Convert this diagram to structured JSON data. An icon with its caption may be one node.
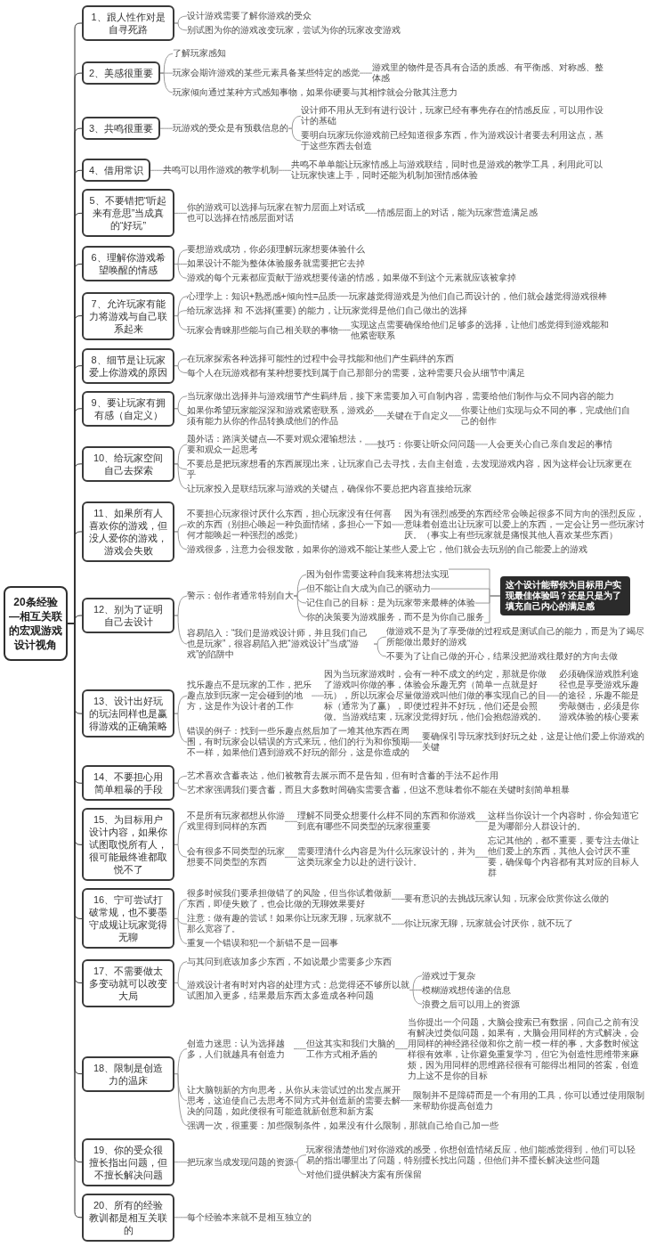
{
  "diagram": {
    "nodes": [
      {
        "text": [
          "20条经验—相互关联的宏观游戏设计视角"
        ]
      },
      {
        "text": [
          "1、跟人性作对是自寻死路"
        ]
      },
      {
        "text": [
          "设计游戏需要了解你游戏的受众"
        ]
      },
      {
        "text": [
          "别试图为你的游戏改变玩家，尝试为你的玩家改变游戏"
        ]
      },
      {
        "text": [
          "2、美感很重要"
        ]
      },
      {
        "text": [
          "了解玩家感知"
        ]
      },
      {
        "text": [
          "玩家会期许游戏的某些元素具备某些特定的感觉"
        ]
      },
      {
        "text": [
          "游戏里的物件是否具有合适的质感、有平衡感、对称感、整体感"
        ]
      },
      {
        "text": [
          "玩家倾向通过某种方式感知事物，如果你硬要与其相悖就会分散其注意力"
        ]
      },
      {
        "text": [
          "3、共鸣很重要"
        ]
      },
      {
        "text": [
          "玩游戏的受众是有预载信息的"
        ]
      },
      {
        "text": [
          "设计师不用从无到有进行设计，玩家已经有事先存在的情感反应，可以用作设计的基础"
        ]
      },
      {
        "text": [
          "要明白玩家玩你游戏前已经知道很多东西，作为游戏设计者要去利用这点，基于这些东西去创造"
        ]
      },
      {
        "text": [
          "4、借用常识"
        ]
      },
      {
        "text": [
          "共鸣可以用作游戏的教学机制"
        ]
      },
      {
        "text": [
          "共鸣不单单能让玩家情感上与游戏联结，同时也是游戏的教学工具，利用此可以让玩家快速上手，同时还能为机制加强情感体验"
        ]
      },
      {
        "text": [
          "5、不要错把“听起来有意思”当成真的“好玩”"
        ]
      },
      {
        "text": [
          "你的游戏可以选择与玩家在智力层面上对话或也可以选择在情感层面对话"
        ]
      },
      {
        "text": [
          "情感层面上的对话，能为玩家营造满足感"
        ]
      },
      {
        "text": [
          "6、理解你游戏希望唤醒的情感"
        ]
      },
      {
        "text": [
          "要想游戏成功，你必须理解玩家想要体验什么"
        ]
      },
      {
        "text": [
          "如果设计不能为整体体验服务就需要把它去掉"
        ]
      },
      {
        "text": [
          "游戏的每个元素都应贡献于游戏想要传递的情感，如果做不到这个元素就应该被拿掉"
        ]
      },
      {
        "text": [
          "7、允许玩家有能力将游戏与自己联系起来"
        ]
      },
      {
        "text": [
          "心理学上：知识+熟悉感+倾向性=品质"
        ]
      },
      {
        "text": [
          "玩家越觉得游戏是为他们自己而设计的，他们就会越觉得游戏很棒"
        ]
      },
      {
        "text": [
          "给玩家选择 和 不选择(重要) 的能力，让玩家觉得是他们自己做出的选择"
        ]
      },
      {
        "text": [
          "玩家会青睐那些能与自己相关联的事物"
        ]
      },
      {
        "text": [
          "实现这点需要确保给他们足够多的选择，让他们感觉得到游戏能和他紧密联系"
        ]
      },
      {
        "text": [
          "8、细节是让玩家爱上你游戏的原因"
        ]
      },
      {
        "text": [
          "在玩家探索各种选择可能性的过程中会寻找能和他们产生羁绊的东西"
        ]
      },
      {
        "text": [
          "每个人在玩游戏都有某种想要找到属于自己那部分的需要，这种需要只会从细节中满足"
        ]
      },
      {
        "text": [
          "9、要让玩家有拥有感（自定义）"
        ]
      },
      {
        "text": [
          "当玩家做出选择并与游戏细节产生羁绊后，接下来需要加入可自制内容，需要给他们制作与众不同内容的能力"
        ]
      },
      {
        "text": [
          "如果你希望玩家能深深和游戏紧密联系，游戏必须有能力从你的作品转换成他们的作品"
        ]
      },
      {
        "text": [
          "关键在于自定义"
        ]
      },
      {
        "text": [
          "你要让他们实现与众不同的事，完成他们自己的创作"
        ]
      },
      {
        "text": [
          "10、给玩家空间自己去探索"
        ]
      },
      {
        "text": [
          "题外话：路演关键点—不要对观众灌输想法，要和观众一起思考"
        ]
      },
      {
        "text": [
          "技巧：你要让听众问问题"
        ]
      },
      {
        "text": [
          "人会更关心自己亲自发起的事情"
        ]
      },
      {
        "text": [
          "不要总是把玩家想看的东西展现出来，让玩家自己去寻找，去自主创造，去发现游戏内容，因为这样会让玩家更在乎"
        ]
      },
      {
        "text": [
          "让玩家投入是联结玩家与游戏的关键点，确保你不要总把内容直接给玩家"
        ]
      },
      {
        "text": [
          "11、如果所有人喜欢你的游戏，但没人爱你的游戏，游戏会失败"
        ]
      },
      {
        "text": [
          "不要担心玩家很讨厌什么东西，担心玩家没有任何喜欢的东西（别担心唤起一种负面情绪，多担心一下如何才能唤起一种强烈的感觉）"
        ]
      },
      {
        "text": [
          "因为有强烈感受的东西经常会唤起很多不同方向的强烈反应，意味着创造出让玩家可以爱上的东西，一定会让另一些玩家讨厌。（事实上有些玩家就是痛恨其他人喜欢某些东西）"
        ]
      },
      {
        "text": [
          "游戏很多，注意力会很发散，如果你的游戏不能让某些人爱上它，他们就会去玩别的自己能爱上的游戏"
        ]
      },
      {
        "text": [
          "12、别为了证明自己去设计"
        ]
      },
      {
        "text": [
          "警示：创作者通常特别自大"
        ]
      },
      {
        "text": [
          "因为创作需要这种自我来将想法实现"
        ]
      },
      {
        "text": [
          "但不能让自大成为自己的驱动力"
        ]
      },
      {
        "text": [
          "记住自己的目标：是为玩家带来最棒的体验"
        ]
      },
      {
        "text": [
          "你的决策要为游戏服务，而不是为你自己服务"
        ]
      },
      {
        "text": [
          "这个设计能帮你为目标用户实现最佳体验吗？还是只是为了填充自己内心的满足感"
        ]
      },
      {
        "text": [
          "容易陷入：“我们是游戏设计师，并且我们自己也是玩家”，很容易陷入把“游戏设计”当成“游戏”的陷阱中"
        ]
      },
      {
        "text": [
          "做游戏不是为了享受做的过程或是测试自己的能力，而是为了竭尽所能做出最好的游戏"
        ]
      },
      {
        "text": [
          "不要为了让自己做的开心，结果没把游戏往最好的方向去做"
        ]
      },
      {
        "text": [
          "13、设计出好玩的玩法同样也是赢得游戏的正确策略"
        ]
      },
      {
        "text": [
          "找乐趣点不是玩家的工作，把乐趣点放到玩家一定会碰到的地方，这是作为设计者的工作"
        ]
      },
      {
        "text": [
          "因为当玩家游戏时，会有一种不成文的约定，那就是你做了游戏叫你做的事，体验会乐趣无穷（简单一点就是好玩），所以玩家会尽量做游戏叫他们做的事实现自己的目标（通常为了赢），即便过程并不好玩，他们还是会照做。当游戏结束，玩家没觉得好玩，他们会抱怨游戏的。"
        ]
      },
      {
        "text": [
          "必须确保游戏胜利途径也是享受游戏乐趣的途径，乐趣不能是旁敲侧击，必须是你游戏体验的核心要素"
        ]
      },
      {
        "text": [
          "错误的例子：找到一些乐趣点然后加了一堆其他东西在周围，有时玩家会以错误的方式来玩，他们的行为和你预期不一样，如果他们遇到游戏不好玩的部分，这是你造成的"
        ]
      },
      {
        "text": [
          "要确保引导玩家找到好玩之处，这是让他们爱上你游戏的关键"
        ]
      },
      {
        "text": [
          "14、不要担心用简单粗暴的手段"
        ]
      },
      {
        "text": [
          "艺术喜欢含蓄表达，他们被教育去展示而不是告知，但有时含蓄的手法不起作用"
        ]
      },
      {
        "text": [
          "艺术家强调我们要含蓄，而且大多数时间确实需要含蓄，但这不意味着你不能在关键时刻简单粗暴"
        ]
      },
      {
        "text": [
          "15、为目标用户设计内容，如果你试图取悦所有人，很可能最终谁都取悦不了"
        ]
      },
      {
        "text": [
          "不是所有玩家都想从你游戏里得到同样的东西"
        ]
      },
      {
        "text": [
          "理解不同受众想要什么样不同的东西和你游戏到底有哪些不同类型的玩家很重要"
        ]
      },
      {
        "text": [
          "这样当你设计一个内容时，你会知道它是为哪部分人群设计的。"
        ]
      },
      {
        "text": [
          "会有很多不同类型的玩家想要不同类型的东西"
        ]
      },
      {
        "text": [
          "需要理清什么内容是为什么玩家设计的，并为这类玩家全力以赴的进行设计。"
        ]
      },
      {
        "text": [
          "忘记其他的，都不重要，要专注去做让他们爱上的东西，其他人会讨厌不重要，确保每个内容都有其对应的目标人群"
        ]
      },
      {
        "text": [
          "16、宁可尝试打破常规，也不要墨守成规让玩家觉得无聊"
        ]
      },
      {
        "text": [
          "很多时候我们要承担做错了的风险，但当你试着做新东西，即使失败了，也会比做的无聊效果要好"
        ]
      },
      {
        "text": [
          "要有意识的去挑战玩家认知，玩家会欣赏你这么做的"
        ]
      },
      {
        "text": [
          "注意：做有趣的尝试！如果你让玩家无聊，玩家就不那么宽容了。"
        ]
      },
      {
        "text": [
          "你让玩家无聊，玩家就会讨厌你，就不玩了"
        ]
      },
      {
        "text": [
          "重复一个错误和犯一个新错不是一回事"
        ]
      },
      {
        "text": [
          "17、不需要做太多变动就可以改变大局"
        ]
      },
      {
        "text": [
          "与其问到底该加多少东西，不如说最少需要多少东西"
        ]
      },
      {
        "text": [
          "游戏设计者有时对内容的处理方式：总觉得还不够所以就试图加入更多，结果最后东西太多造成各种问题"
        ]
      },
      {
        "text": [
          "游戏过于复杂"
        ]
      },
      {
        "text": [
          "模糊游戏想传递的信息"
        ]
      },
      {
        "text": [
          "浪费之后可以用上的资源"
        ]
      },
      {
        "text": [
          "18、限制是创造力的温床"
        ]
      },
      {
        "text": [
          "创造力迷思：认为选择越多，人们就越具有创造力"
        ]
      },
      {
        "text": [
          "但这其实和我们大脑的工作方式相矛盾的"
        ]
      },
      {
        "text": [
          "当你提出一个问题，大脑会搜索已有数据，问自己之前有没有解决过类似问题，如果有，大脑会用同样的方式解决，会用同样的神经路径做和你之前一模一样的事，大多数时候这样很有效率，让你避免重复学习，但它为创造性思维带来麻烦，因为用同样的思维路径很有可能得出相同的答案，创造力上这不是你的目标"
        ]
      },
      {
        "text": [
          "让大脑朝新的方向思考，从你从未尝试过的出发点展开思考，这迫使自己去思考不同方式并创造新的需要去解决的问题，如此便很有可能造就新创意和新方案"
        ]
      },
      {
        "text": [
          "限制并不是障碍而是一个有用的工具，你可以通过使用限制来帮助你提高创造力"
        ]
      },
      {
        "text": [
          "强调一次，很重要：加些限制条件，如果没有什么限制，那就自己给自己加一些"
        ]
      },
      {
        "text": [
          "19、你的受众很擅长指出问题，但不擅长解决问题"
        ]
      },
      {
        "text": [
          "把玩家当成发现问题的资源"
        ]
      },
      {
        "text": [
          "玩家很清楚他们对你游戏的感受，你想创造情绪反应，他们能感觉得到，他们可以轻易的指出哪里出了问题，特别擅长找出问题，但他们并不擅长解决这些问题"
        ]
      },
      {
        "text": [
          "对他们提供解决方案有所保留"
        ]
      },
      {
        "text": [
          "20、所有的经验教训都是相互关联的"
        ]
      },
      {
        "text": [
          "每个经验本来就不是相互独立的"
        ]
      }
    ],
    "edges": [
      {
        "from": 0,
        "to": 1,
        "arrow": "none",
        "color": "#333333"
      },
      {
        "from": 0,
        "to": 4,
        "arrow": "none",
        "color": "#333333"
      },
      {
        "from": 0,
        "to": 9,
        "arrow": "none",
        "color": "#333333"
      },
      {
        "from": 0,
        "to": 13,
        "arrow": "none",
        "color": "#333333"
      },
      {
        "from": 0,
        "to": 16,
        "arrow": "none",
        "color": "#333333"
      },
      {
        "from": 0,
        "to": 19,
        "arrow": "none",
        "color": "#333333"
      },
      {
        "from": 0,
        "to": 23,
        "arrow": "none",
        "color": "#333333"
      },
      {
        "from": 0,
        "to": 29,
        "arrow": "none",
        "color": "#333333"
      },
      {
        "from": 0,
        "to": 32,
        "arrow": "none",
        "color": "#333333"
      },
      {
        "from": 0,
        "to": 37,
        "arrow": "none",
        "color": "#333333"
      },
      {
        "from": 0,
        "to": 43,
        "arrow": "none",
        "color": "#333333"
      },
      {
        "from": 0,
        "to": 47,
        "arrow": "none",
        "color": "#333333"
      },
      {
        "from": 0,
        "to": 57,
        "arrow": "none",
        "color": "#333333"
      },
      {
        "from": 0,
        "to": 63,
        "arrow": "none",
        "color": "#333333"
      },
      {
        "from": 0,
        "to": 66,
        "arrow": "none",
        "color": "#333333"
      },
      {
        "from": 0,
        "to": 73,
        "arrow": "none",
        "color": "#333333"
      },
      {
        "from": 0,
        "to": 79,
        "arrow": "none",
        "color": "#333333"
      },
      {
        "from": 0,
        "to": 85,
        "arrow": "none",
        "color": "#333333"
      },
      {
        "from": 0,
        "to": 92,
        "arrow": "none",
        "color": "#333333"
      },
      {
        "from": 0,
        "to": 96,
        "arrow": "none",
        "color": "#333333"
      },
      {
        "from": 1,
        "to": 2,
        "arrow": "none"
      },
      {
        "from": 1,
        "to": 3,
        "arrow": "none"
      },
      {
        "from": 4,
        "to": 5,
        "arrow": "none"
      },
      {
        "from": 4,
        "to": 6,
        "arrow": "none"
      },
      {
        "from": 6,
        "to": 7,
        "arrow": "none"
      },
      {
        "from": 4,
        "to": 8,
        "arrow": "none"
      },
      {
        "from": 9,
        "to": 10,
        "arrow": "none"
      },
      {
        "from": 10,
        "to": 11,
        "arrow": "none"
      },
      {
        "from": 10,
        "to": 12,
        "arrow": "none"
      },
      {
        "from": 13,
        "to": 14,
        "arrow": "none"
      },
      {
        "from": 14,
        "to": 15,
        "arrow": "none"
      },
      {
        "from": 16,
        "to": 17,
        "arrow": "none"
      },
      {
        "from": 17,
        "to": 18,
        "arrow": "none"
      },
      {
        "from": 19,
        "to": 20,
        "arrow": "none"
      },
      {
        "from": 19,
        "to": 21,
        "arrow": "none"
      },
      {
        "from": 19,
        "to": 22,
        "arrow": "none"
      },
      {
        "from": 23,
        "to": 24,
        "arrow": "none"
      },
      {
        "from": 24,
        "to": 25,
        "arrow": "none"
      },
      {
        "from": 23,
        "to": 26,
        "arrow": "none"
      },
      {
        "from": 23,
        "to": 27,
        "arrow": "none"
      },
      {
        "from": 27,
        "to": 28,
        "arrow": "none"
      },
      {
        "from": 29,
        "to": 30,
        "arrow": "none"
      },
      {
        "from": 29,
        "to": 31,
        "arrow": "none"
      },
      {
        "from": 32,
        "to": 33,
        "arrow": "none"
      },
      {
        "from": 32,
        "to": 34,
        "arrow": "none"
      },
      {
        "from": 34,
        "to": 35,
        "arrow": "none"
      },
      {
        "from": 35,
        "to": 36,
        "arrow": "none"
      },
      {
        "from": 37,
        "to": 38,
        "arrow": "none"
      },
      {
        "from": 38,
        "to": 39,
        "arrow": "none"
      },
      {
        "from": 39,
        "to": 40,
        "arrow": "none"
      },
      {
        "from": 37,
        "to": 41,
        "arrow": "none"
      },
      {
        "from": 37,
        "to": 42,
        "arrow": "none"
      },
      {
        "from": 43,
        "to": 44,
        "arrow": "none"
      },
      {
        "from": 44,
        "to": 45,
        "arrow": "none"
      },
      {
        "from": 43,
        "to": 46,
        "arrow": "none"
      },
      {
        "from": 47,
        "to": 48,
        "arrow": "none"
      },
      {
        "from": 48,
        "to": 49,
        "arrow": "none"
      },
      {
        "from": 48,
        "to": 50,
        "arrow": "none"
      },
      {
        "from": 48,
        "to": 51,
        "arrow": "none"
      },
      {
        "from": 48,
        "to": 52,
        "arrow": "none"
      },
      {
        "from": 49,
        "to": 53,
        "arrow": "none"
      },
      {
        "from": 50,
        "to": 53,
        "arrow": "none"
      },
      {
        "from": 51,
        "to": 53,
        "arrow": "none"
      },
      {
        "from": 52,
        "to": 53,
        "arrow": "none"
      },
      {
        "from": 47,
        "to": 54,
        "arrow": "none"
      },
      {
        "from": 54,
        "to": 55,
        "arrow": "none"
      },
      {
        "from": 54,
        "to": 56,
        "arrow": "none"
      },
      {
        "from": 57,
        "to": 58,
        "arrow": "none"
      },
      {
        "from": 58,
        "to": 59,
        "arrow": "none"
      },
      {
        "from": 59,
        "to": 60,
        "arrow": "none"
      },
      {
        "from": 57,
        "to": 61,
        "arrow": "none"
      },
      {
        "from": 61,
        "to": 62,
        "arrow": "none"
      },
      {
        "from": 63,
        "to": 64,
        "arrow": "none"
      },
      {
        "from": 63,
        "to": 65,
        "arrow": "none"
      },
      {
        "from": 66,
        "to": 67,
        "arrow": "none"
      },
      {
        "from": 67,
        "to": 68,
        "arrow": "none"
      },
      {
        "from": 68,
        "to": 69,
        "arrow": "none"
      },
      {
        "from": 66,
        "to": 70,
        "arrow": "none"
      },
      {
        "from": 70,
        "to": 71,
        "arrow": "none"
      },
      {
        "from": 71,
        "to": 72,
        "arrow": "none"
      },
      {
        "from": 73,
        "to": 74,
        "arrow": "none"
      },
      {
        "from": 74,
        "to": 75,
        "arrow": "none"
      },
      {
        "from": 73,
        "to": 76,
        "arrow": "none"
      },
      {
        "from": 76,
        "to": 77,
        "arrow": "none"
      },
      {
        "from": 73,
        "to": 78,
        "arrow": "none"
      },
      {
        "from": 79,
        "to": 80,
        "arrow": "none"
      },
      {
        "from": 79,
        "to": 81,
        "arrow": "none"
      },
      {
        "from": 81,
        "to": 82,
        "arrow": "none"
      },
      {
        "from": 81,
        "to": 83,
        "arrow": "none"
      },
      {
        "from": 81,
        "to": 84,
        "arrow": "none"
      },
      {
        "from": 85,
        "to": 86,
        "arrow": "none"
      },
      {
        "from": 86,
        "to": 87,
        "arrow": "none"
      },
      {
        "from": 87,
        "to": 88,
        "arrow": "none"
      },
      {
        "from": 85,
        "to": 89,
        "arrow": "none"
      },
      {
        "from": 89,
        "to": 90,
        "arrow": "none"
      },
      {
        "from": 85,
        "to": 91,
        "arrow": "none"
      },
      {
        "from": 92,
        "to": 93,
        "arrow": "none"
      },
      {
        "from": 93,
        "to": 94,
        "arrow": "none"
      },
      {
        "from": 93,
        "to": 95,
        "arrow": "none"
      },
      {
        "from": 96,
        "to": 97,
        "arrow": "none"
      }
    ]
  }
}
